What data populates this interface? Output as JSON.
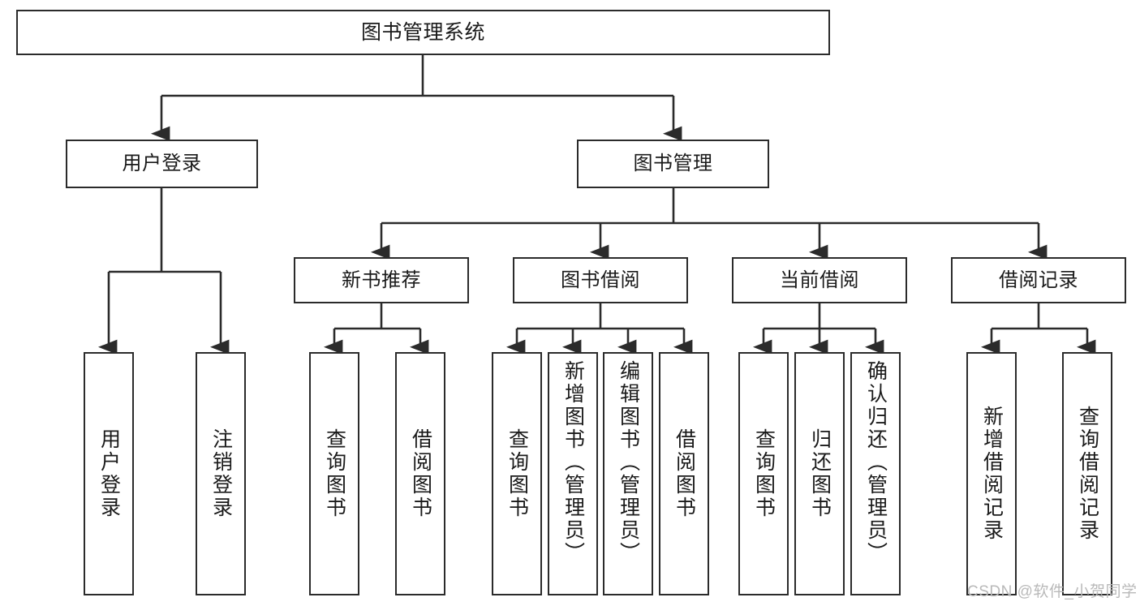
{
  "diagram": {
    "type": "tree",
    "title_node": {
      "id": "root",
      "label": "图书管理系统"
    },
    "level2": [
      {
        "id": "user-login",
        "label": "用户登录"
      },
      {
        "id": "book-manage",
        "label": "图书管理"
      }
    ],
    "level3": [
      {
        "id": "new-book-rec",
        "label": "新书推荐"
      },
      {
        "id": "book-borrow",
        "label": "图书借阅"
      },
      {
        "id": "current-borrow",
        "label": "当前借阅"
      },
      {
        "id": "borrow-record",
        "label": "借阅记录"
      }
    ],
    "leaves": {
      "user_login": [
        {
          "id": "leaf-user-login",
          "label": "用户登录"
        },
        {
          "id": "leaf-logout",
          "label": "注销登录"
        }
      ],
      "new_book_rec": [
        {
          "id": "leaf-query-book-1",
          "label": "查询图书"
        },
        {
          "id": "leaf-borrow-book-1",
          "label": "借阅图书"
        }
      ],
      "book_borrow": [
        {
          "id": "leaf-query-book-2",
          "label": "查询图书"
        },
        {
          "id": "leaf-add-book",
          "label": "新增图书（管理员）"
        },
        {
          "id": "leaf-edit-book",
          "label": "编辑图书（管理员）"
        },
        {
          "id": "leaf-borrow-book-2",
          "label": "借阅图书"
        }
      ],
      "current_borrow": [
        {
          "id": "leaf-query-book-3",
          "label": "查询图书"
        },
        {
          "id": "leaf-return-book",
          "label": "归还图书"
        },
        {
          "id": "leaf-confirm-return",
          "label": "确认归还（管理员）"
        }
      ],
      "borrow_record": [
        {
          "id": "leaf-add-record",
          "label": "新增借阅记录"
        },
        {
          "id": "leaf-query-record",
          "label": "查询借阅记录"
        }
      ]
    }
  },
  "watermark": {
    "text": "CSDN @软件_小贺同学"
  },
  "colors": {
    "border": "#2b2b2b",
    "background": "#ffffff",
    "text": "#1a1a1a",
    "watermark": "#b9b9b9"
  }
}
